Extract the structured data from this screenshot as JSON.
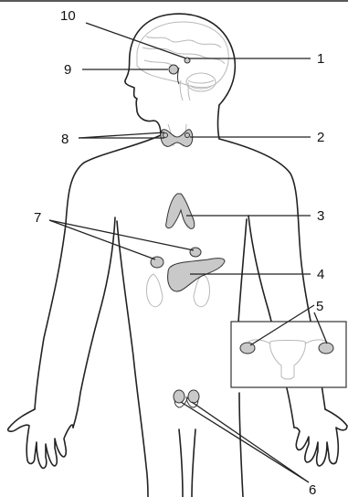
{
  "labels": {
    "l1": "1",
    "l2": "2",
    "l3": "3",
    "l4": "4",
    "l5": "5",
    "l6": "6",
    "l7": "7",
    "l8": "8",
    "l9": "9",
    "l10": "10"
  },
  "colors": {
    "outline": "#222222",
    "organ": "#c9c9c9",
    "faint": "#b8b8b8"
  }
}
